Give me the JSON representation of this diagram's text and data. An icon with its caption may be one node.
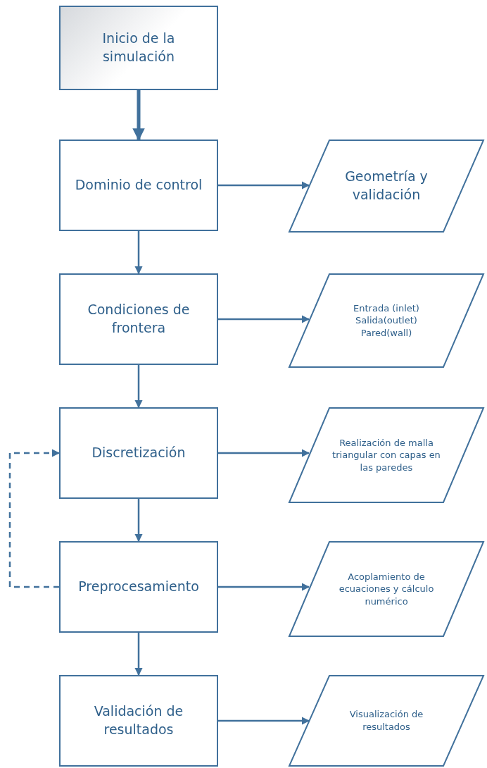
{
  "diagram": {
    "nodes": [
      {
        "text": [
          "Inicio de la simulación"
        ]
      },
      {
        "text": [
          "Dominio de control"
        ]
      },
      {
        "text": [
          "Geometría y validación"
        ]
      },
      {
        "text": [
          "Condiciones de frontera"
        ]
      },
      {
        "text": [
          "Entrada (inlet) Salida(outlet) Pared(wall)"
        ]
      },
      {
        "text": [
          "Discretización"
        ]
      },
      {
        "text": [
          "Realización de malla triangular con capas en las paredes"
        ]
      },
      {
        "text": [
          "Preprocesamiento"
        ]
      },
      {
        "text": [
          "Acoplamiento de ecuaciones y cálculo numérico"
        ]
      },
      {
        "text": [
          "Validación de resultados"
        ]
      },
      {
        "text": [
          "Visualización de resultados"
        ]
      }
    ],
    "edges": [
      {
        "from": 0,
        "to": 1,
        "arrow": "to",
        "style": "thick"
      },
      {
        "from": 1,
        "to": 2,
        "arrow": "to"
      },
      {
        "from": 1,
        "to": 3,
        "arrow": "to"
      },
      {
        "from": 3,
        "to": 4,
        "arrow": "to"
      },
      {
        "from": 3,
        "to": 5,
        "arrow": "to"
      },
      {
        "from": 5,
        "to": 6,
        "arrow": "to"
      },
      {
        "from": 5,
        "to": 7,
        "arrow": "to"
      },
      {
        "from": 7,
        "to": 8,
        "arrow": "to"
      },
      {
        "from": 7,
        "to": 9,
        "arrow": "to"
      },
      {
        "from": 9,
        "to": 10,
        "arrow": "to"
      },
      {
        "from": 7,
        "to": 5,
        "arrow": "to",
        "style": "dashed"
      }
    ]
  }
}
